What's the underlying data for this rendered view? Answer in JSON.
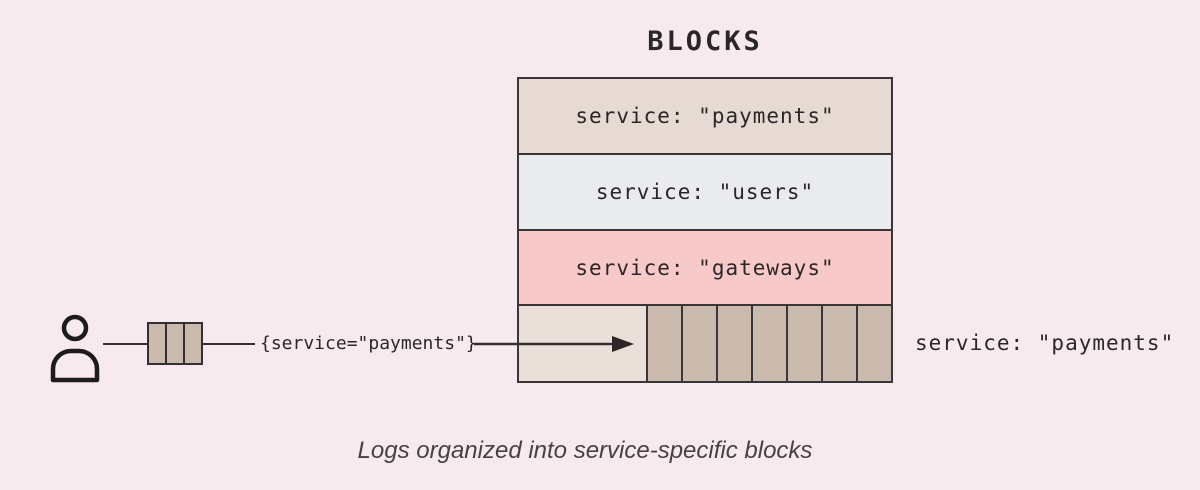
{
  "title": "BLOCKS",
  "blocks": {
    "rows": [
      {
        "label": "service: \"payments\"",
        "color": "#e6dad3"
      },
      {
        "label": "service: \"users\"",
        "color": "#e9ebef"
      },
      {
        "label": "service: \"gateways\"",
        "color": "#f8c9c9"
      }
    ],
    "chunk_row": {
      "background": "#eae0d9",
      "chunk_color": "#cab9ad",
      "chunk_count": 7
    }
  },
  "query": {
    "label": "{service=\"payments\"}",
    "icons": [
      "user-icon",
      "log-queue-icon",
      "arrow-right-icon"
    ]
  },
  "result": {
    "label": "service: \"payments\""
  },
  "caption": "Logs organized into service-specific blocks",
  "colors": {
    "page_background": "#f7eaee",
    "border": "#3a3536",
    "text": "#2b2728",
    "tan": "#cab9ad",
    "pink_block": "#f8c9c9",
    "gray_block": "#e9ebef",
    "beige_block": "#e6dad3"
  }
}
